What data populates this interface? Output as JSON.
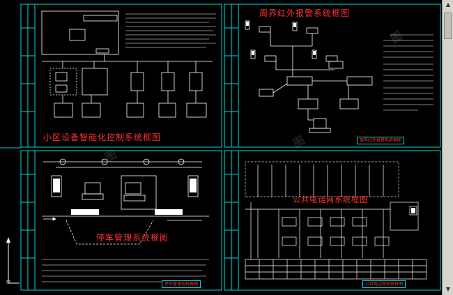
{
  "panels": {
    "top_left": {
      "title": "小区设备智能化控制系统框图"
    },
    "top_right": {
      "title": "周界红外报警系统框图",
      "stamp": "周界红外报警系统框图"
    },
    "bottom_left": {
      "title": "停车管理系统框图",
      "stamp": "停车管理系统框图"
    },
    "bottom_right": {
      "title": "公共电话网系统框图",
      "stamp": "公共电话网系统框图"
    }
  },
  "colors": {
    "frame": "#00d8d8",
    "title": "#ff3030",
    "lines": "#ffffff",
    "background": "#000000"
  },
  "icons": {
    "ucs": "ucs-axis-icon",
    "scroll_up": "scroll-up-arrow-icon",
    "scroll_down": "scroll-down-arrow-icon"
  }
}
